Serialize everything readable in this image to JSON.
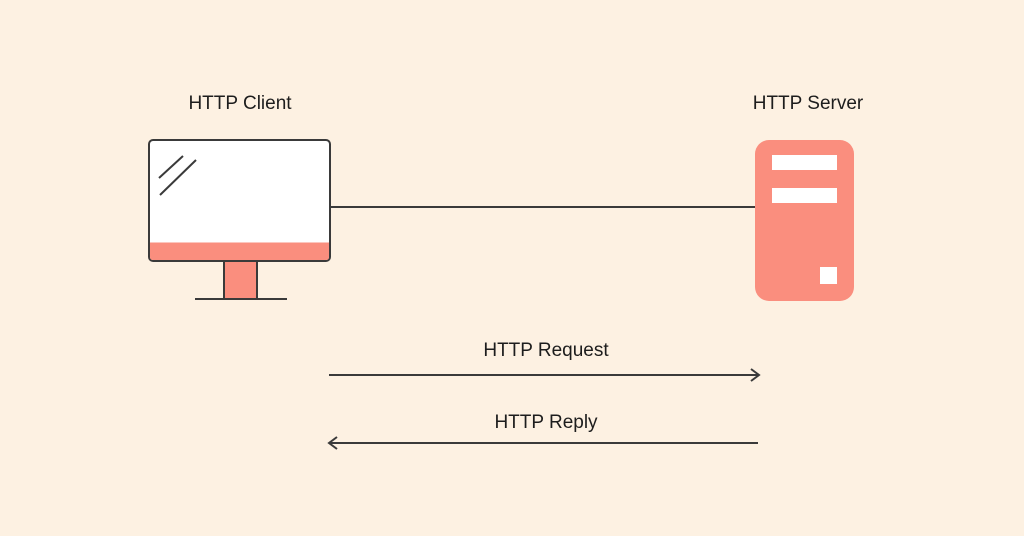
{
  "diagram": {
    "client_label": "HTTP Client",
    "server_label": "HTTP Server",
    "request_label": "HTTP Request",
    "reply_label": "HTTP Reply"
  },
  "colors": {
    "background": "#fdf1e2",
    "accent": "#fa8e7e",
    "stroke": "#3a3a3a",
    "screen": "#ffffff"
  },
  "icons": {
    "client": "desktop-monitor-icon",
    "server": "server-tower-icon"
  }
}
